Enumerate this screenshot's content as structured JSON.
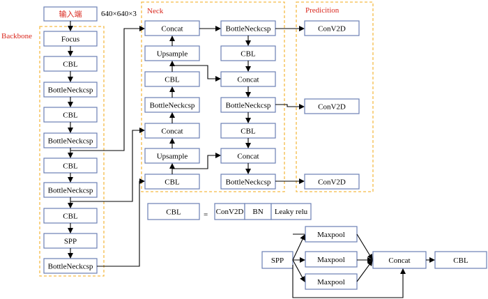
{
  "input_label": "输入端",
  "input_size": "640×640×3",
  "groups": {
    "backbone": "Backbone",
    "neck": "Neck",
    "prediction": "Predicition"
  },
  "backbone": [
    "Focus",
    "CBL",
    "BottleNeckcsp",
    "CBL",
    "BottleNeckcsp",
    "CBL",
    "BottleNeckcsp",
    "CBL",
    "SPP",
    "BottleNeckcsp"
  ],
  "neck_left": [
    "Concat",
    "Upsample",
    "CBL",
    "BottleNeckcsp",
    "Concat",
    "Upsample",
    "CBL"
  ],
  "neck_right": [
    "BottleNeckcsp",
    "CBL",
    "Concat",
    "BottleNeckcsp",
    "CBL",
    "Concat",
    "BottleNeckcsp"
  ],
  "prediction": [
    "ConV2D",
    "ConV2D",
    "ConV2D"
  ],
  "legend_cbl": {
    "name": "CBL",
    "equals": "=",
    "parts": [
      "ConV2D",
      "BN",
      "Leaky relu"
    ]
  },
  "legend_spp": {
    "input": "SPP",
    "pools": [
      "Maxpool",
      "Maxpool",
      "Maxpool"
    ],
    "concat": "Concat",
    "output": "CBL"
  }
}
